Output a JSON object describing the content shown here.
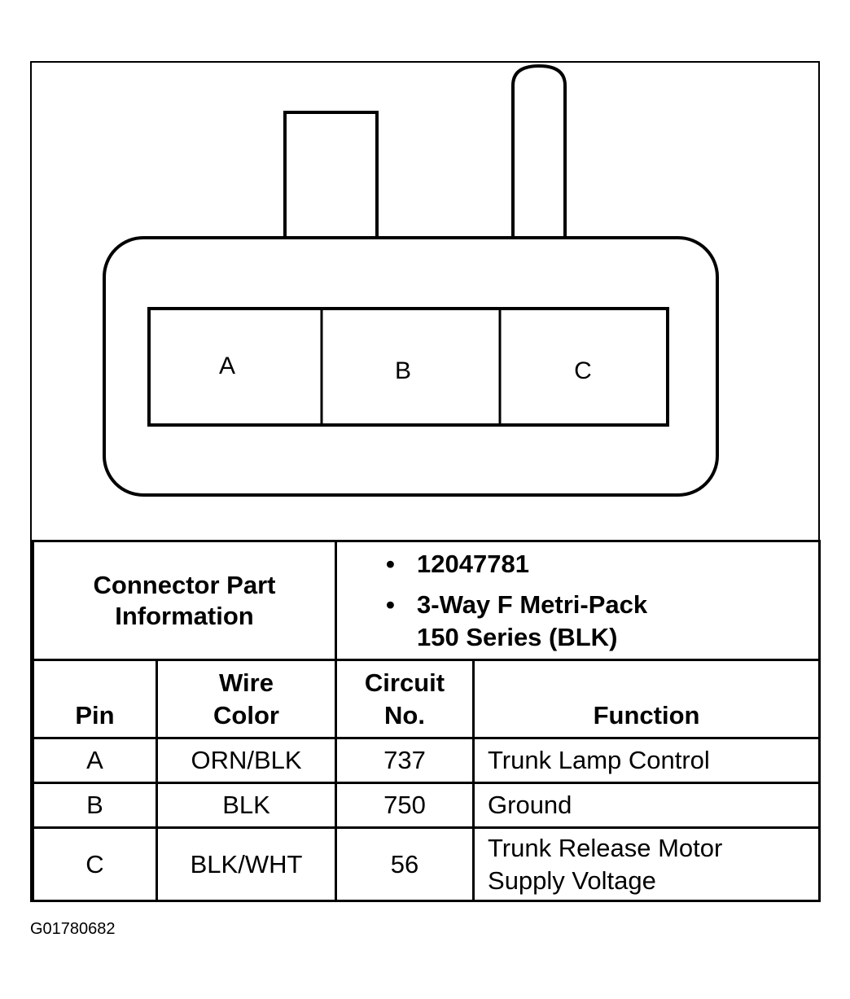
{
  "connector": {
    "pins": [
      "A",
      "B",
      "C"
    ]
  },
  "part_info": {
    "label_line1": "Connector Part",
    "label_line2": "Information",
    "items": [
      "12047781",
      "3-Way F Metri-Pack",
      "150 Series (BLK)"
    ]
  },
  "table": {
    "headers": {
      "pin": "Pin",
      "wire_color_line1": "Wire",
      "wire_color_line2": "Color",
      "circuit_line1": "Circuit",
      "circuit_line2": "No.",
      "function": "Function"
    },
    "rows": [
      {
        "pin": "A",
        "wire_color": "ORN/BLK",
        "circuit": "737",
        "function_line1": "Trunk Lamp Control",
        "function_line2": ""
      },
      {
        "pin": "B",
        "wire_color": "BLK",
        "circuit": "750",
        "function_line1": "Ground",
        "function_line2": ""
      },
      {
        "pin": "C",
        "wire_color": "BLK/WHT",
        "circuit": "56",
        "function_line1": "Trunk Release Motor",
        "function_line2": "Supply Voltage"
      }
    ]
  },
  "figure_id": "G01780682"
}
